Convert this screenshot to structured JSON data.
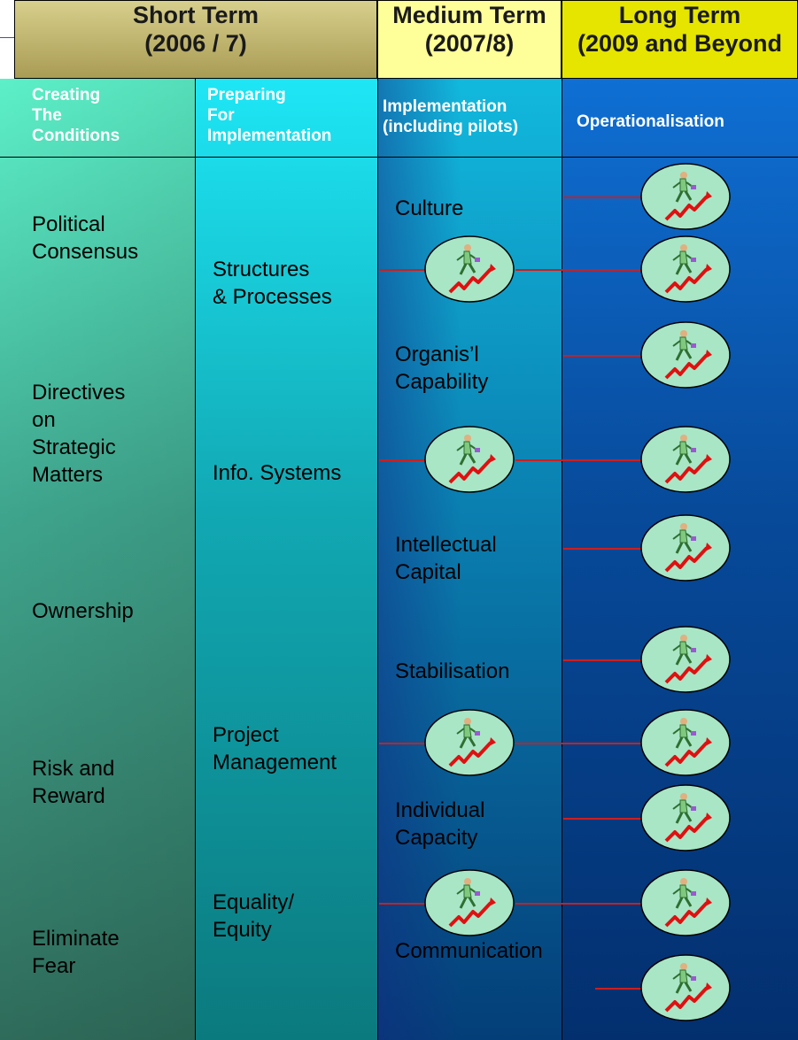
{
  "headers": [
    {
      "line1": "Short Term",
      "line2": "(2006 / 7)"
    },
    {
      "line1": "Medium Term",
      "line2": "(2007/8)"
    },
    {
      "line1": "Long Term",
      "line2": "(2009 and Beyond"
    }
  ],
  "subheaders": {
    "col1": [
      "Creating",
      "The",
      "Conditions"
    ],
    "col2": [
      "Preparing",
      "For",
      "Implementation"
    ],
    "col3": [
      "Implementation",
      "(including pilots)"
    ],
    "col4": [
      "Operationalisation"
    ]
  },
  "col1_items": [
    [
      "Political",
      "Consensus"
    ],
    [
      "Directives",
      "on",
      "Strategic",
      "Matters"
    ],
    [
      "Ownership"
    ],
    [
      "Risk and",
      "Reward"
    ],
    [
      "Eliminate",
      "Fear"
    ]
  ],
  "col2_items": [
    [
      "Structures",
      "& Processes"
    ],
    [
      "Info. Systems"
    ],
    [
      "Project",
      "Management"
    ],
    [
      "Equality/",
      "Equity"
    ]
  ],
  "col3_items": [
    [
      "Culture"
    ],
    [
      "Organis’l",
      "Capability"
    ],
    [
      "Intellectual",
      "Capital"
    ],
    [
      "Stabilisation"
    ],
    [
      "Individual",
      "Capacity"
    ],
    [
      "Communication"
    ]
  ],
  "icon": "walking-man-on-rising-arrow-icon",
  "colors": {
    "header_short": "#c9c07a",
    "header_medium": "#ffff99",
    "header_long": "#e5e500",
    "connector": "#cc1f1f",
    "oval_fill": "#a8e6c6"
  }
}
